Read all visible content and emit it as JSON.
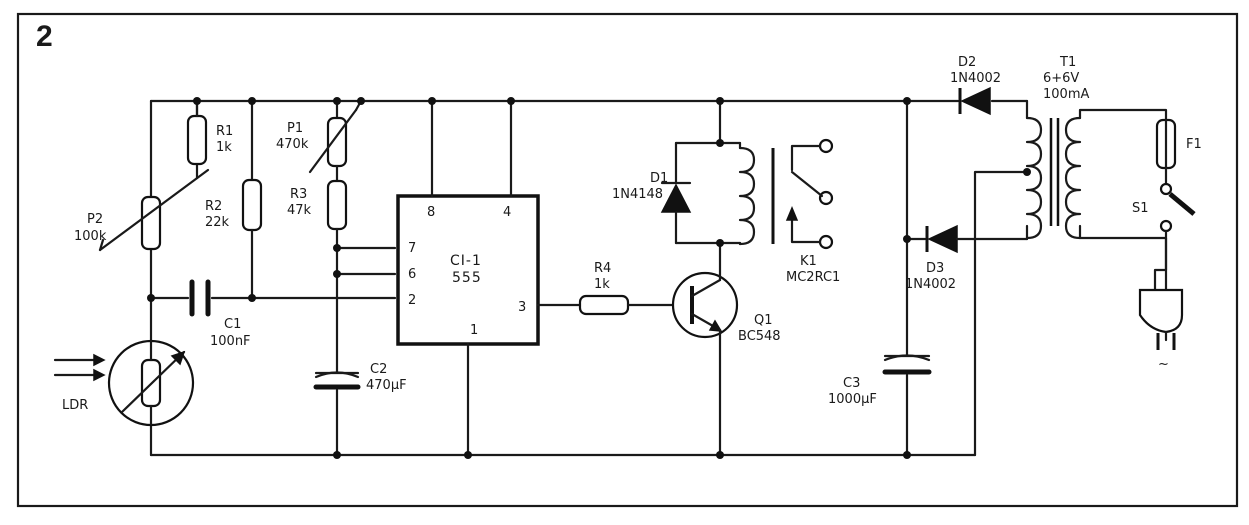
{
  "figure_number": "2",
  "ic": {
    "ref": "CI-1",
    "type": "555",
    "pins": [
      "8",
      "4",
      "7",
      "6",
      "2",
      "3",
      "1"
    ]
  },
  "components": {
    "R1": {
      "ref": "R1",
      "value": "1k"
    },
    "R2": {
      "ref": "R2",
      "value": "22k"
    },
    "R3": {
      "ref": "R3",
      "value": "47k"
    },
    "R4": {
      "ref": "R4",
      "value": "1k"
    },
    "P1": {
      "ref": "P1",
      "value": "470k"
    },
    "P2": {
      "ref": "P2",
      "value": "100k"
    },
    "C1": {
      "ref": "C1",
      "value": "100nF"
    },
    "C2": {
      "ref": "C2",
      "value": "470µF"
    },
    "C3": {
      "ref": "C3",
      "value": "1000µF"
    },
    "D1": {
      "ref": "D1",
      "value": "1N4148"
    },
    "D2": {
      "ref": "D2",
      "value": "1N4002"
    },
    "D3": {
      "ref": "D3",
      "value": "1N4002"
    },
    "Q1": {
      "ref": "Q1",
      "value": "BC548"
    },
    "K1": {
      "ref": "K1",
      "value": "MC2RC1"
    },
    "T1": {
      "ref": "T1",
      "rating": "6+6V",
      "current": "100mA"
    },
    "F1": {
      "ref": "F1"
    },
    "S1": {
      "ref": "S1"
    },
    "LDR": {
      "ref": "LDR"
    }
  },
  "mains_symbol": "~"
}
